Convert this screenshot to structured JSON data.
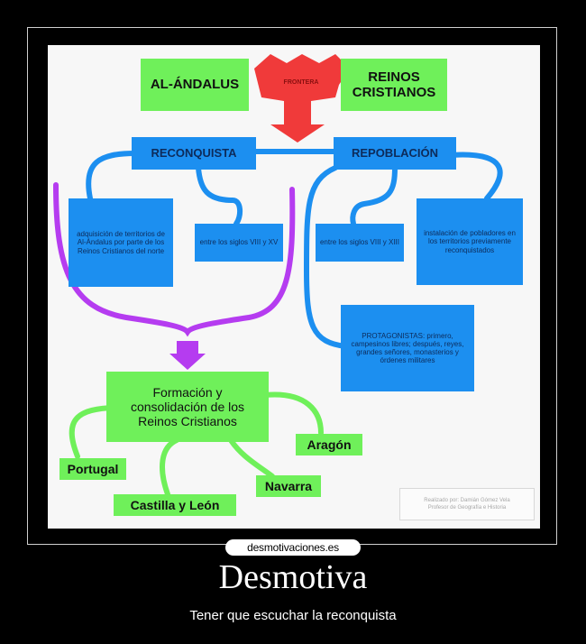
{
  "poster": {
    "brand": "desmotivaciones.es",
    "title": "Desmotiva",
    "subtitle": "Tener que escuchar la reconquista"
  },
  "diagram": {
    "al_andalus": "AL-ÁNDALUS",
    "reinos_cristianos": "REINOS\nCRISTIANOS",
    "frontera": "FRONTERA",
    "reconquista": "RECONQUISTA",
    "repoblacion": "REPOBLACIÓN",
    "adquisicion": "adquisición de territorios de Al-Ándalus por parte de los Reinos Cristianos del norte",
    "siglos_reconquista": "entre los siglos VIII y XV",
    "siglos_repoblacion": "entre los siglos VIII y XIII",
    "instalacion": "instalación de pobladores en los territorios previamente reconquistados",
    "protagonistas": "PROTAGONISTAS: primero, campesinos libres; después, reyes, grandes señores, monasterios y órdenes militares",
    "formacion": "Formación y consolidación de los Reinos Cristianos",
    "portugal": "Portugal",
    "castilla": "Castilla y León",
    "navarra": "Navarra",
    "aragon": "Aragón",
    "watermark_line1": "Realizado por: Damián Gómez Vela",
    "watermark_line2": "Profesor de Geografía e Historia"
  },
  "colors": {
    "green": "#6ff05a",
    "blue": "#1c8ff0",
    "red": "#f03a3a",
    "purple": "#b53cf0"
  }
}
